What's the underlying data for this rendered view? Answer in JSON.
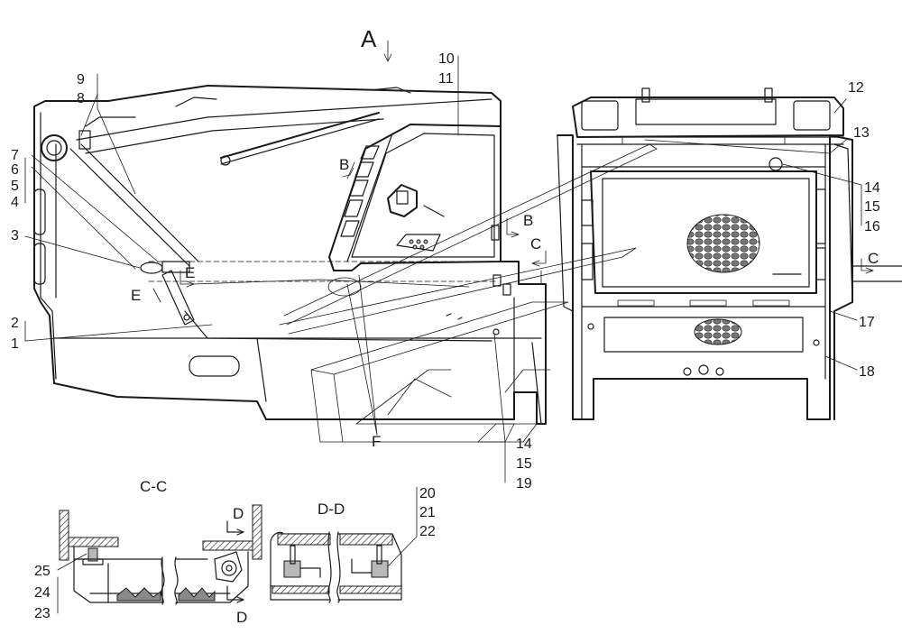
{
  "view_label": "A",
  "section_labels": {
    "b_top": "B",
    "b_side": "B",
    "c_left": "C",
    "c_right": "C",
    "e_upper": "E",
    "e_lower": "E",
    "f": "F",
    "cc_title": "C-C",
    "dd_title": "D-D",
    "d_upper": "D",
    "d_lower": "D"
  },
  "callouts": {
    "n1": "1",
    "n2": "2",
    "n3": "3",
    "n4": "4",
    "n5": "5",
    "n6": "6",
    "n7": "7",
    "n8": "8",
    "n9": "9",
    "n10": "10",
    "n11": "11",
    "n12": "12",
    "n13": "13",
    "n14": "14",
    "n15": "15",
    "n16": "16",
    "n17": "17",
    "n18": "18",
    "n14b": "14",
    "n15b": "15",
    "n19": "19",
    "n20": "20",
    "n21": "21",
    "n22": "22",
    "n23": "23",
    "n24": "24",
    "n25": "25"
  }
}
